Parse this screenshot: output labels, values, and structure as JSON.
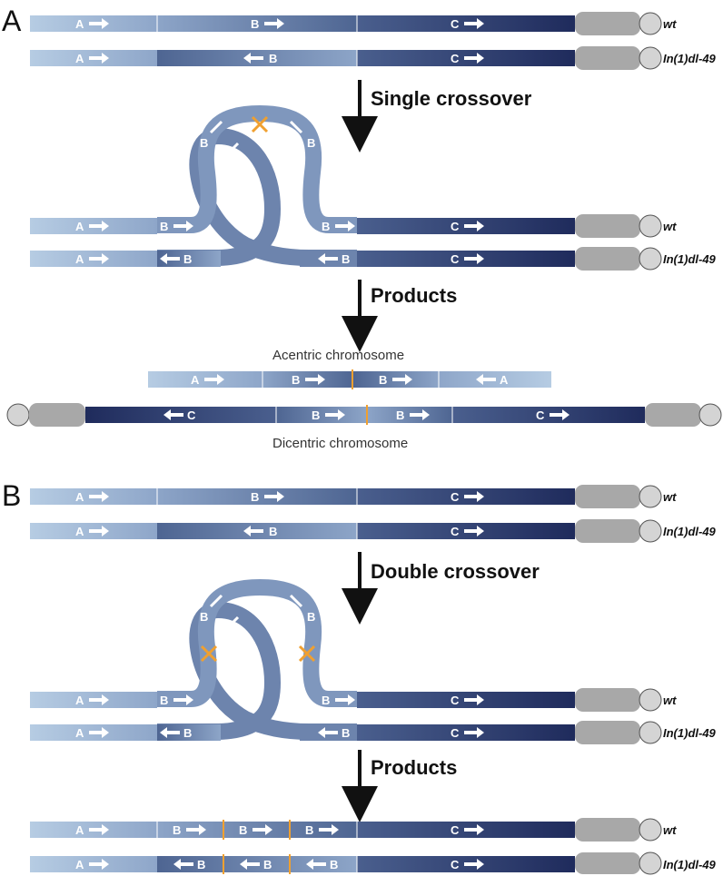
{
  "panels": {
    "a": "A",
    "b": "B"
  },
  "strains": {
    "wild_type": "wt",
    "inversion": "In(1)dl-49"
  },
  "segments": {
    "a": "A",
    "b": "B",
    "c": "C"
  },
  "steps": {
    "single": "Single crossover",
    "products": "Products",
    "double": "Double crossover"
  },
  "captions": {
    "acentric": "Acentric chromosome",
    "dicentric": "Dicentric chromosome"
  },
  "colors": {
    "light": "#b6cce3",
    "mid": "#7b93b8",
    "dark": "#1f2b5c",
    "centromere": "#a8a8a8",
    "telomere": "#d4d4d4",
    "crossover": "#f0a030",
    "arrow": "#111111"
  }
}
